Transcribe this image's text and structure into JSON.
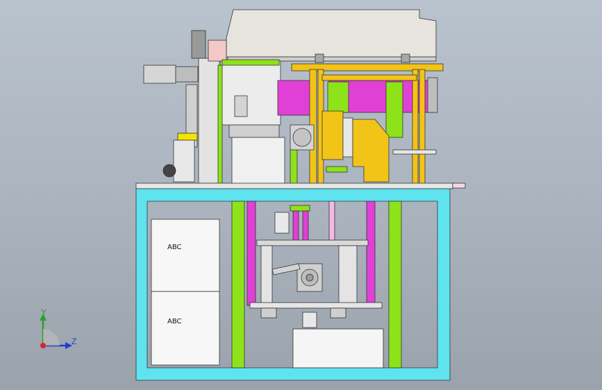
{
  "cabinet": {
    "box_top_label": "ABC",
    "box_bottom_label": "ABC"
  },
  "triad": {
    "y_label": "Y",
    "z_label": "Z",
    "colors": {
      "y": "#2ca02c",
      "z": "#1f3fd6",
      "x": "#d62728"
    }
  },
  "colors": {
    "frame": "#5fe3ef",
    "green": "#8ee21a",
    "magenta": "#e040d6",
    "yellow": "#f2c418",
    "grey": "#d9d9d9",
    "steel": "#bfbfbf"
  }
}
